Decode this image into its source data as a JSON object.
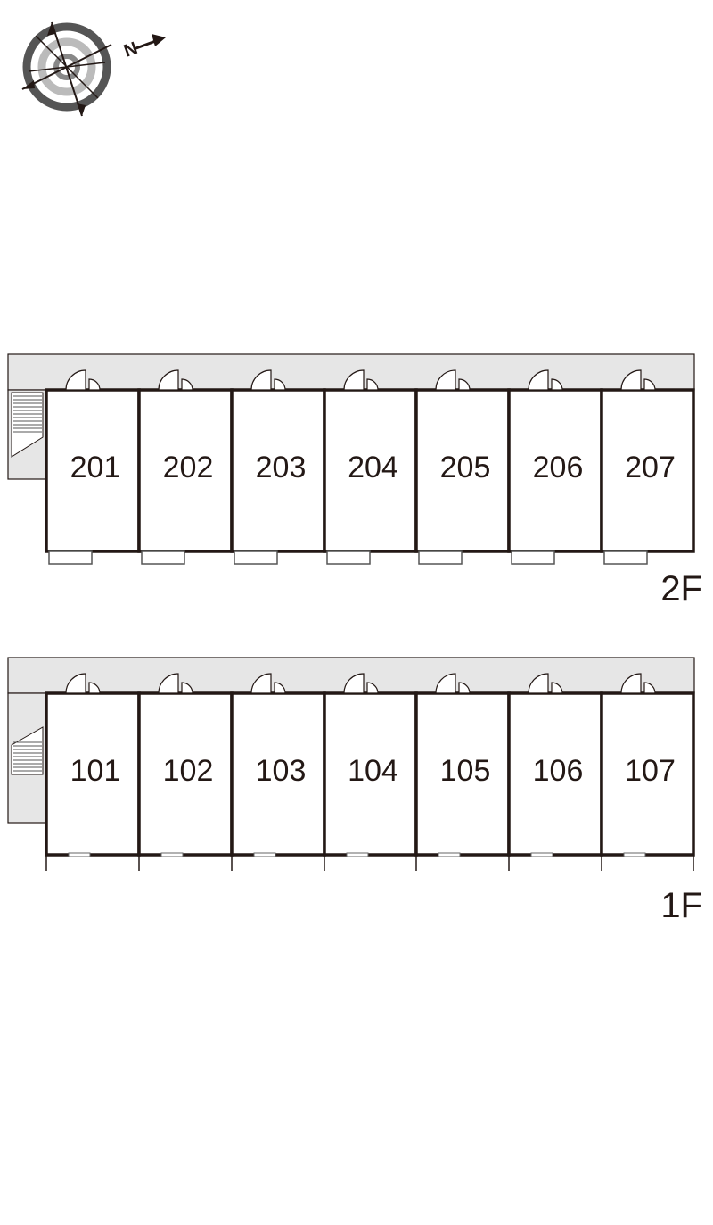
{
  "compass": {
    "label": "N",
    "icon": "compass-rose-icon"
  },
  "colors": {
    "wall": "#231815",
    "corridor": "#e6e6e6",
    "line": "#231815",
    "background": "#ffffff"
  },
  "floors": [
    {
      "id": "2F",
      "label": "2F",
      "rooms": [
        "201",
        "202",
        "203",
        "204",
        "205",
        "206",
        "207"
      ]
    },
    {
      "id": "1F",
      "label": "1F",
      "rooms": [
        "101",
        "102",
        "103",
        "104",
        "105",
        "106",
        "107"
      ]
    }
  ]
}
